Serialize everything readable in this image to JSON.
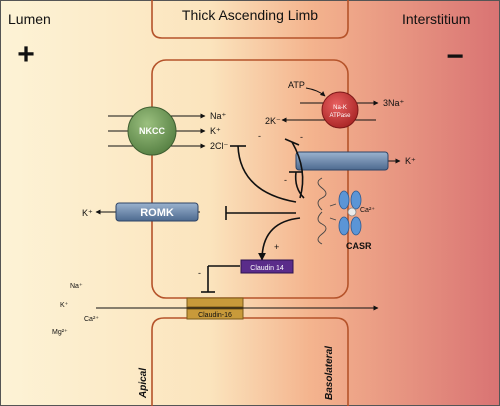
{
  "regions": {
    "lumen": "Lumen",
    "interstitium": "Interstitium",
    "title": "Thick Ascending Limb",
    "lumen_sign": "+",
    "interstitium_sign": "−",
    "apical": "Apical",
    "basolateral": "Basolateral"
  },
  "nkcc": {
    "label": "NKCC",
    "ions": [
      "Na⁺",
      "K⁺",
      "2Cl⁻"
    ]
  },
  "nak_atpase": {
    "line1": "Na-K",
    "line2": "ATPase",
    "atp": "ATP",
    "out_ion": "3Na⁺",
    "in_ion": "2K⁻"
  },
  "k_channel": {
    "ion": "K⁺"
  },
  "romk": {
    "label": "ROMK",
    "ion": "K⁺"
  },
  "casr": {
    "label": "CASR",
    "ion": "Ca²⁺"
  },
  "claudin14": {
    "label": "Claudin 14"
  },
  "claudin16": {
    "label": "Claudin-16"
  },
  "paracellular_ions": [
    "Na⁺",
    "K⁺",
    "Ca²⁺",
    "Mg²⁺"
  ],
  "signs": {
    "minus": "-",
    "plus": "+"
  },
  "colors": {
    "lumen_bg": "#fdf0cf",
    "interstitium_bg": "#dc7f7f",
    "cell_border": "#b5532a",
    "nkcc_fill": "#6f9a5a",
    "atpase_fill": "#c23a3a",
    "channel_fill": "#6b86a8",
    "claudin14_fill": "#5a2c8a",
    "claudin16_fill": "#c89a3a",
    "casr_blue": "#5b95d6"
  }
}
